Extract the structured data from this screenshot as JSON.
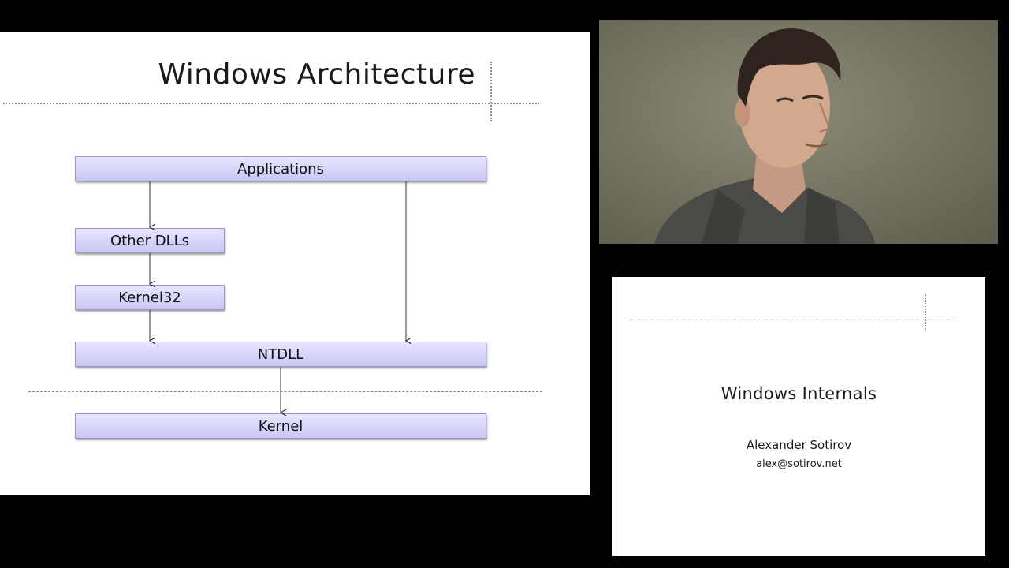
{
  "main_slide": {
    "title": "Windows Architecture",
    "diagram": {
      "boxes": {
        "applications": "Applications",
        "other_dlls": "Other DLLs",
        "kernel32": "Kernel32",
        "ntdll": "NTDLL",
        "kernel": "Kernel"
      },
      "colors": {
        "box_fill_top": "#e8e6ff",
        "box_fill_bottom": "#c9c6f4",
        "box_border": "#9a96cc"
      }
    }
  },
  "video": {
    "content": "presenter-video-feed"
  },
  "thumbnail_slide": {
    "title": "Windows Internals",
    "author": "Alexander Sotirov",
    "email": "alex@sotirov.net"
  }
}
